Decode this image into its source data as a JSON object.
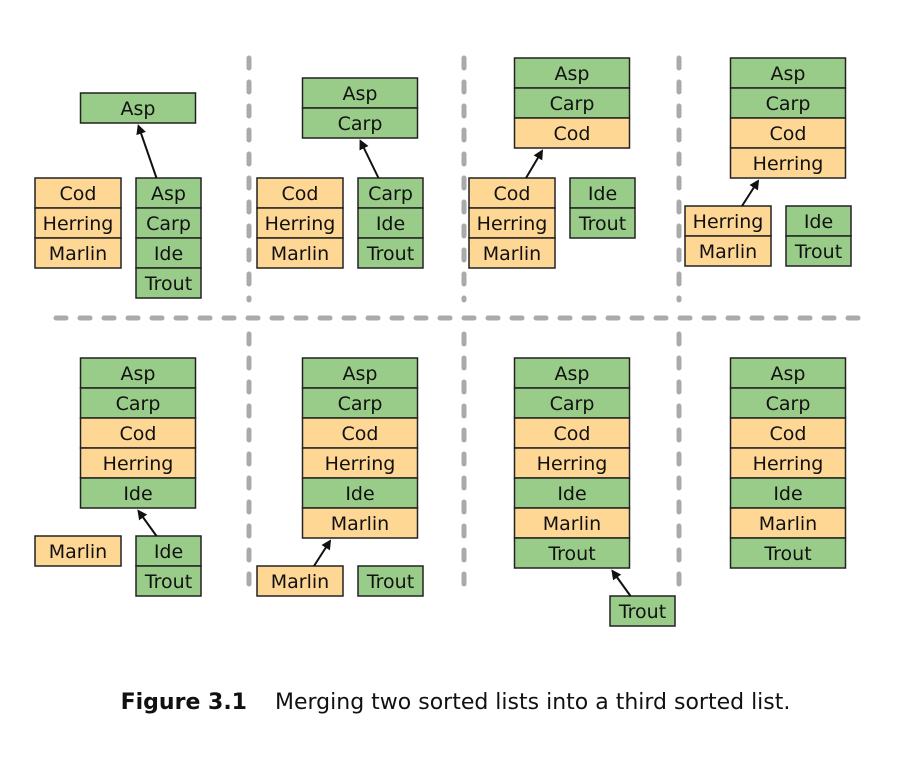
{
  "colors": {
    "green": "#98cc88",
    "orange": "#fed795",
    "stroke": "#222222",
    "divider": "#aaaaaa"
  },
  "panels": [
    {
      "merged": [
        {
          "t": "Asp",
          "c": "green"
        }
      ],
      "left": [
        {
          "t": "Cod",
          "c": "orange"
        },
        {
          "t": "Herring",
          "c": "orange"
        },
        {
          "t": "Marlin",
          "c": "orange"
        }
      ],
      "right": [
        {
          "t": "Asp",
          "c": "green"
        },
        {
          "t": "Carp",
          "c": "green"
        },
        {
          "t": "Ide",
          "c": "green"
        },
        {
          "t": "Trout",
          "c": "green"
        }
      ],
      "from": "right"
    },
    {
      "merged": [
        {
          "t": "Asp",
          "c": "green"
        },
        {
          "t": "Carp",
          "c": "green"
        }
      ],
      "left": [
        {
          "t": "Cod",
          "c": "orange"
        },
        {
          "t": "Herring",
          "c": "orange"
        },
        {
          "t": "Marlin",
          "c": "orange"
        }
      ],
      "right": [
        {
          "t": "Carp",
          "c": "green"
        },
        {
          "t": "Ide",
          "c": "green"
        },
        {
          "t": "Trout",
          "c": "green"
        }
      ],
      "from": "right"
    },
    {
      "merged": [
        {
          "t": "Asp",
          "c": "green"
        },
        {
          "t": "Carp",
          "c": "green"
        },
        {
          "t": "Cod",
          "c": "orange"
        }
      ],
      "left": [
        {
          "t": "Cod",
          "c": "orange"
        },
        {
          "t": "Herring",
          "c": "orange"
        },
        {
          "t": "Marlin",
          "c": "orange"
        }
      ],
      "right": [
        {
          "t": "Ide",
          "c": "green"
        },
        {
          "t": "Trout",
          "c": "green"
        }
      ],
      "from": "left"
    },
    {
      "merged": [
        {
          "t": "Asp",
          "c": "green"
        },
        {
          "t": "Carp",
          "c": "green"
        },
        {
          "t": "Cod",
          "c": "orange"
        },
        {
          "t": "Herring",
          "c": "orange"
        }
      ],
      "left": [
        {
          "t": "Herring",
          "c": "orange"
        },
        {
          "t": "Marlin",
          "c": "orange"
        }
      ],
      "right": [
        {
          "t": "Ide",
          "c": "green"
        },
        {
          "t": "Trout",
          "c": "green"
        }
      ],
      "from": "left"
    },
    {
      "merged": [
        {
          "t": "Asp",
          "c": "green"
        },
        {
          "t": "Carp",
          "c": "green"
        },
        {
          "t": "Cod",
          "c": "orange"
        },
        {
          "t": "Herring",
          "c": "orange"
        },
        {
          "t": "Ide",
          "c": "green"
        }
      ],
      "left": [
        {
          "t": "Marlin",
          "c": "orange"
        }
      ],
      "right": [
        {
          "t": "Ide",
          "c": "green"
        },
        {
          "t": "Trout",
          "c": "green"
        }
      ],
      "from": "right"
    },
    {
      "merged": [
        {
          "t": "Asp",
          "c": "green"
        },
        {
          "t": "Carp",
          "c": "green"
        },
        {
          "t": "Cod",
          "c": "orange"
        },
        {
          "t": "Herring",
          "c": "orange"
        },
        {
          "t": "Ide",
          "c": "green"
        },
        {
          "t": "Marlin",
          "c": "orange"
        }
      ],
      "left": [
        {
          "t": "Marlin",
          "c": "orange"
        }
      ],
      "right": [
        {
          "t": "Trout",
          "c": "green"
        }
      ],
      "from": "left"
    },
    {
      "merged": [
        {
          "t": "Asp",
          "c": "green"
        },
        {
          "t": "Carp",
          "c": "green"
        },
        {
          "t": "Cod",
          "c": "orange"
        },
        {
          "t": "Herring",
          "c": "orange"
        },
        {
          "t": "Ide",
          "c": "green"
        },
        {
          "t": "Marlin",
          "c": "orange"
        },
        {
          "t": "Trout",
          "c": "green"
        }
      ],
      "left": [],
      "right": [
        {
          "t": "Trout",
          "c": "green"
        }
      ],
      "from": "right"
    },
    {
      "merged": [
        {
          "t": "Asp",
          "c": "green"
        },
        {
          "t": "Carp",
          "c": "green"
        },
        {
          "t": "Cod",
          "c": "orange"
        },
        {
          "t": "Herring",
          "c": "orange"
        },
        {
          "t": "Ide",
          "c": "green"
        },
        {
          "t": "Marlin",
          "c": "orange"
        },
        {
          "t": "Trout",
          "c": "green"
        }
      ],
      "left": [],
      "right": [],
      "from": ""
    }
  ],
  "caption": {
    "number": "Figure 3.1",
    "text": "Merging two sorted lists into a third sorted list."
  }
}
